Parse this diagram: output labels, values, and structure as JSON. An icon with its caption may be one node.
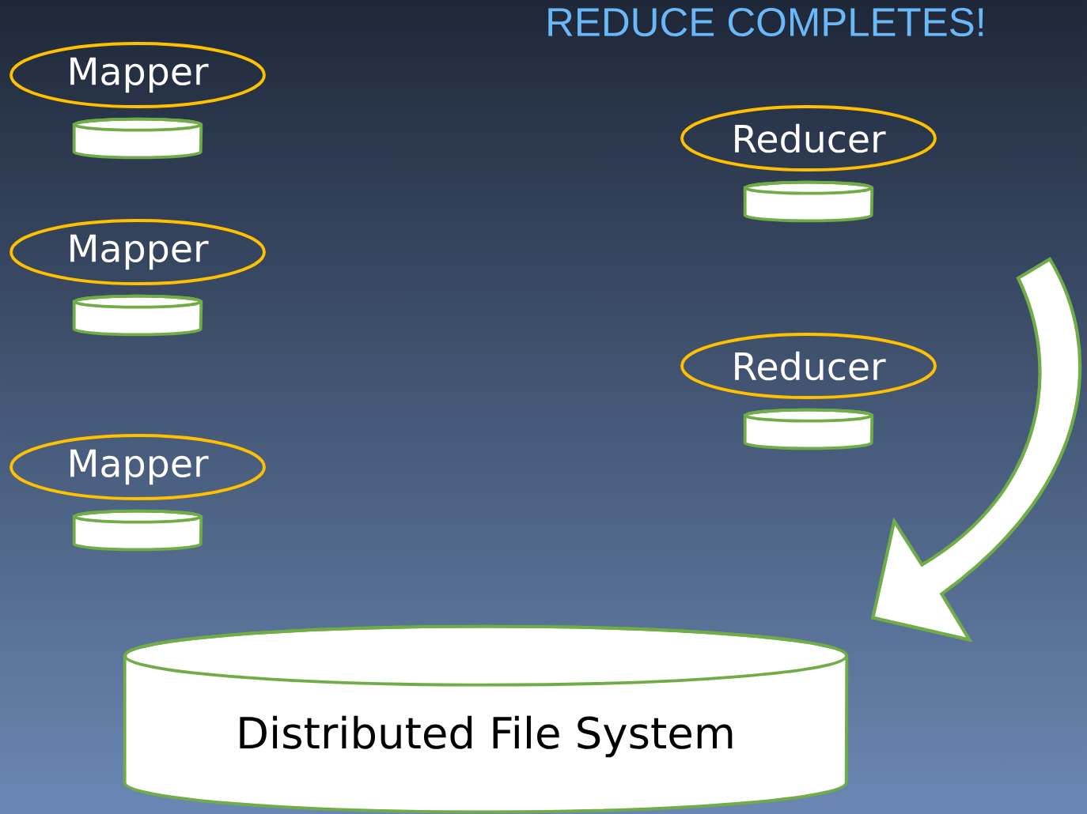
{
  "diagram": {
    "title": "REDUCE COMPLETES!",
    "nodes": [
      {
        "text": [
          "Mapper"
        ]
      },
      {
        "text": [],
        "shape": "cylinder"
      },
      {
        "text": [
          "Mapper"
        ]
      },
      {
        "text": [],
        "shape": "cylinder"
      },
      {
        "text": [
          "Mapper"
        ]
      },
      {
        "text": [],
        "shape": "cylinder"
      },
      {
        "text": [
          "Reducer"
        ]
      },
      {
        "text": [],
        "shape": "cylinder"
      },
      {
        "text": [
          "Reducer"
        ]
      },
      {
        "text": [],
        "shape": "cylinder"
      },
      {
        "text": [
          "Distributed File System"
        ]
      }
    ],
    "edges": [
      {
        "from": null,
        "to": 10,
        "arrow": "to",
        "style": "thick"
      }
    ]
  }
}
